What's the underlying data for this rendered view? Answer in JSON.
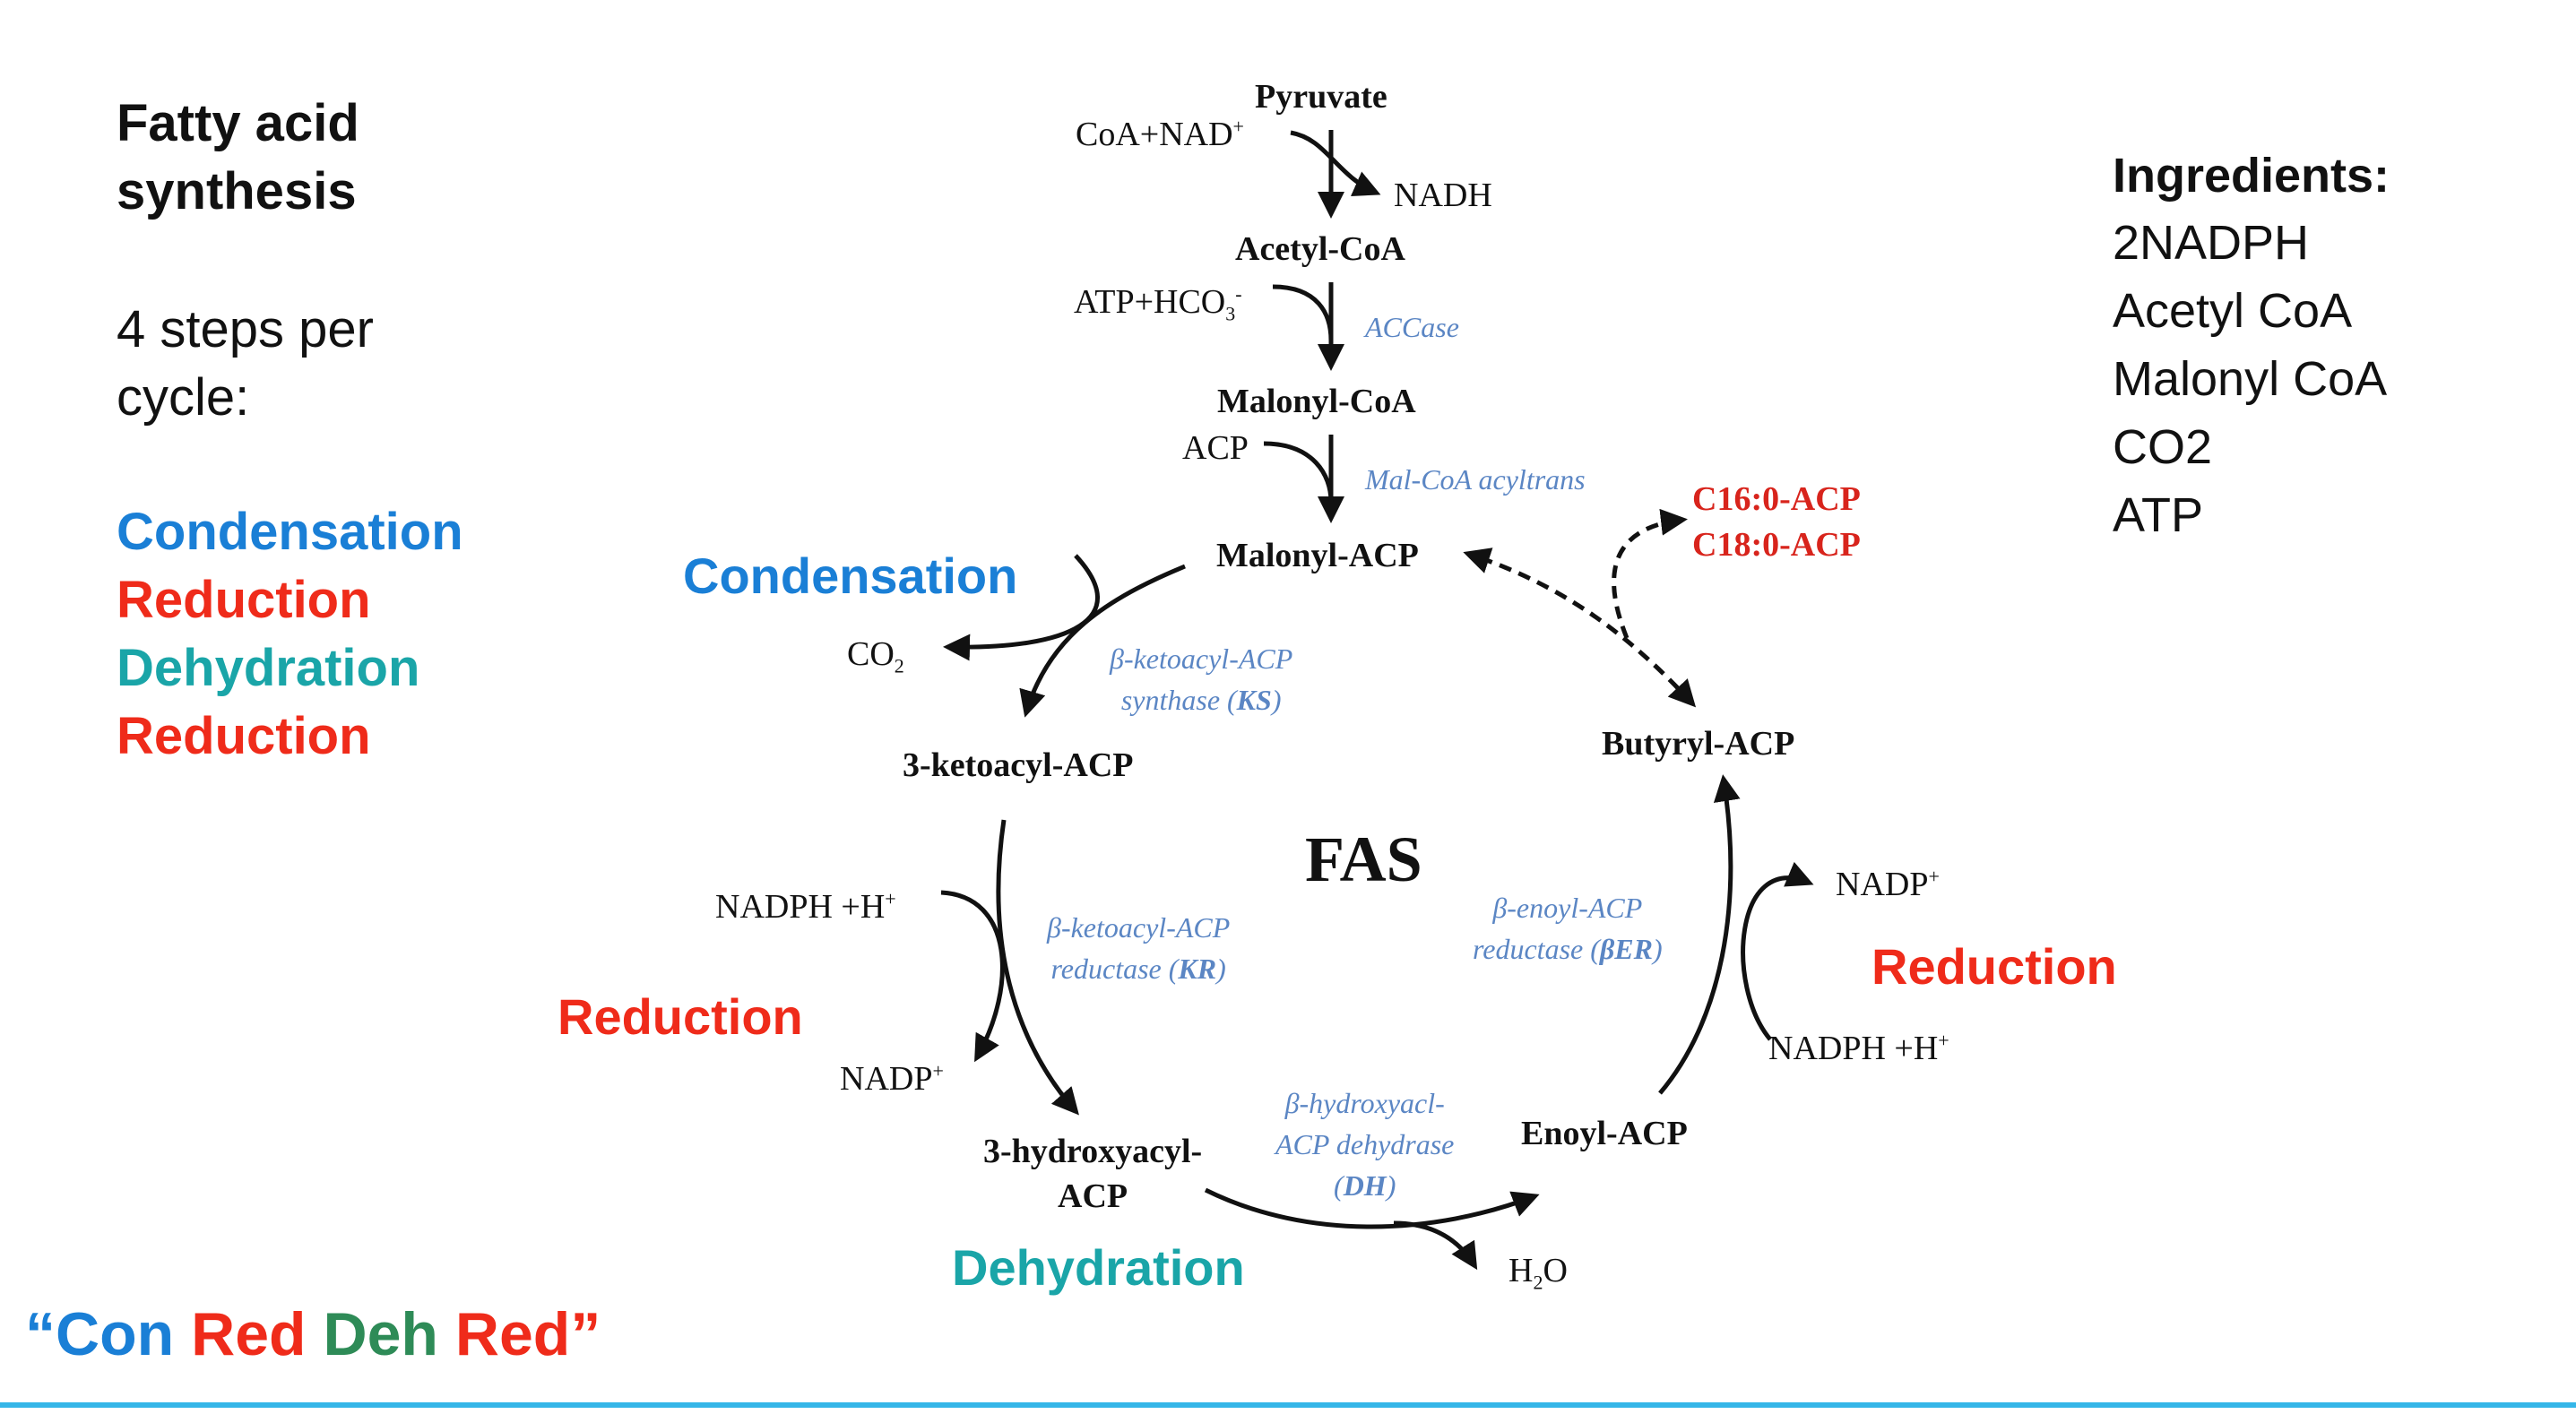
{
  "colors": {
    "condensation": "#1a7fd6",
    "reduction": "#ef2b1a",
    "dehydration": "#1aa5a8",
    "mnemonic_deh": "#2e8b57",
    "enzyme": "#5b86c4",
    "product": "#d8241c",
    "rule": "#35b6e8"
  },
  "left_panel": {
    "title": "Fatty acid synthesis",
    "subtitle": "4 steps per cycle:",
    "steps": [
      "Condensation",
      "Reduction",
      "Dehydration",
      "Reduction"
    ]
  },
  "ingredients": {
    "heading": "Ingredients:",
    "items": [
      "2NADPH",
      "Acetyl CoA",
      "Malonyl CoA",
      "CO2",
      "ATP"
    ]
  },
  "mnemonic": {
    "open_quote": "“",
    "con": "Con",
    "red1": "Red",
    "deh": "Deh",
    "red2": "Red",
    "close_quote": "”"
  },
  "diagram": {
    "center": "FAS",
    "metabolites": {
      "pyruvate": "Pyruvate",
      "acetyl_coa": "Acetyl-CoA",
      "malonyl_coa": "Malonyl-CoA",
      "malonyl_acp": "Malonyl-ACP",
      "ketoacyl_acp": "3-ketoacyl-ACP",
      "hydroxyacyl_acp_1": "3-hydroxyacyl-",
      "hydroxyacyl_acp_2": "ACP",
      "enoyl_acp": "Enoyl-ACP",
      "butyryl_acp": "Butyryl-ACP"
    },
    "products": [
      "C16:0-ACP",
      "C18:0-ACP"
    ],
    "cofactors": {
      "coa_nad": "CoA+NAD",
      "coa_nad_sup": "+",
      "nadh": "NADH",
      "atp_hco3": "ATP+HCO",
      "atp_hco3_sub": "3",
      "atp_hco3_sup": "-",
      "acp": "ACP",
      "co2": "CO",
      "co2_sub": "2",
      "nadph_left": "NADPH +H",
      "nadph_left_sup": "+",
      "nadp_left": "NADP",
      "nadp_left_sup": "+",
      "h2o_h": "H",
      "h2o_sub": "2",
      "h2o_o": "O",
      "nadp_right": "NADP",
      "nadp_right_sup": "+",
      "nadph_right": "NADPH +H",
      "nadph_right_sup": "+"
    },
    "enzymes": {
      "accase": "ACCase",
      "mal_coa": "Mal-CoA acyltrans",
      "ks_line1": "β-ketoacyl-ACP",
      "ks_line2": "synthase (",
      "ks_abbr": "KS",
      "ks_end": ")",
      "kr_line1": "β-ketoacyl-ACP",
      "kr_line2": "reductase (",
      "kr_abbr": "KR",
      "kr_end": ")",
      "er_line1": "β-enoyl-ACP",
      "er_line2": "reductase (",
      "er_abbr": "βER",
      "er_end": ")",
      "dh_line1": "β-hydroxyacl-",
      "dh_line2": "ACP dehydrase",
      "dh_line3": "(",
      "dh_abbr": "DH",
      "dh_end": ")"
    },
    "stages": {
      "condensation": "Condensation",
      "reduction_left": "Reduction",
      "dehydration": "Dehydration",
      "reduction_right": "Reduction"
    }
  }
}
